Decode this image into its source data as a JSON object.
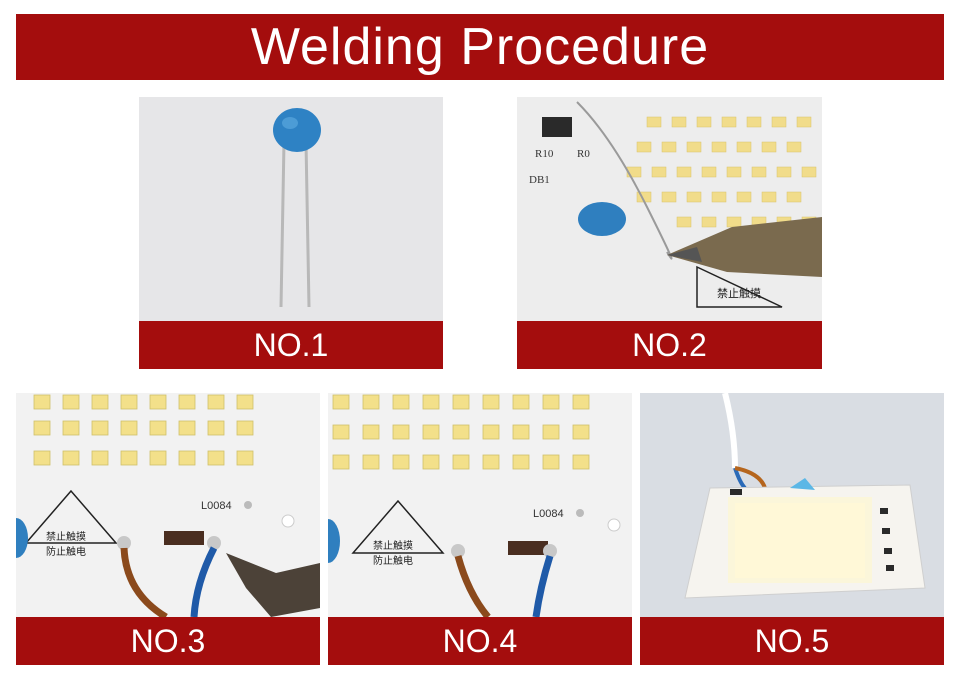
{
  "title": "Welding Procedure",
  "steps": [
    {
      "label": "NO.1"
    },
    {
      "label": "NO.2"
    },
    {
      "label": "NO.3"
    },
    {
      "label": "NO.4"
    },
    {
      "label": "NO.5"
    }
  ],
  "board_markings": {
    "part_code": "L0084",
    "warning_line1": "禁止触摸",
    "warning_line2": "防止触电",
    "silk_r10": "R10",
    "silk_db1": "DB1",
    "silk_r0": "R0"
  },
  "colors": {
    "banner": "#a40d0d",
    "caption_text": "#ffffff",
    "capacitor": "#2e7fc0",
    "led": "#f3e08a",
    "board": "#f2f2f2"
  }
}
